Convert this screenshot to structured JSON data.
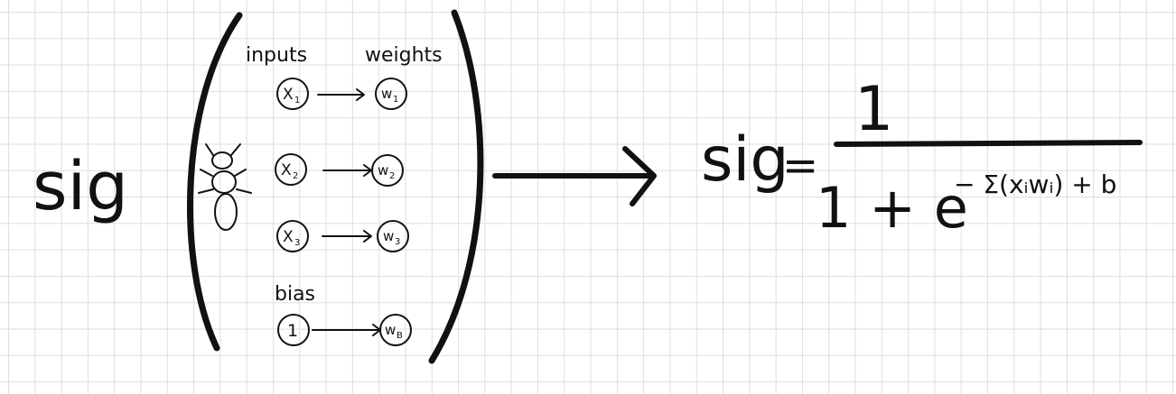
{
  "left_label": "sig",
  "column_headers": {
    "inputs": "inputs",
    "weights": "weights"
  },
  "bias_label": "bias",
  "inputs": [
    {
      "input": "X",
      "input_sub": "1",
      "weight": "w",
      "weight_sub": "1"
    },
    {
      "input": "X",
      "input_sub": "2",
      "weight": "w",
      "weight_sub": "2"
    },
    {
      "input": "X",
      "input_sub": "3",
      "weight": "w",
      "weight_sub": "3"
    }
  ],
  "bias": {
    "input": "1",
    "weight": "w",
    "weight_sub": "B"
  },
  "formula": {
    "lhs": "sig",
    "equals": "=",
    "numerator": "1",
    "denominator_base": "1 + e",
    "exponent": "− Σ(xᵢwᵢ) + b"
  }
}
